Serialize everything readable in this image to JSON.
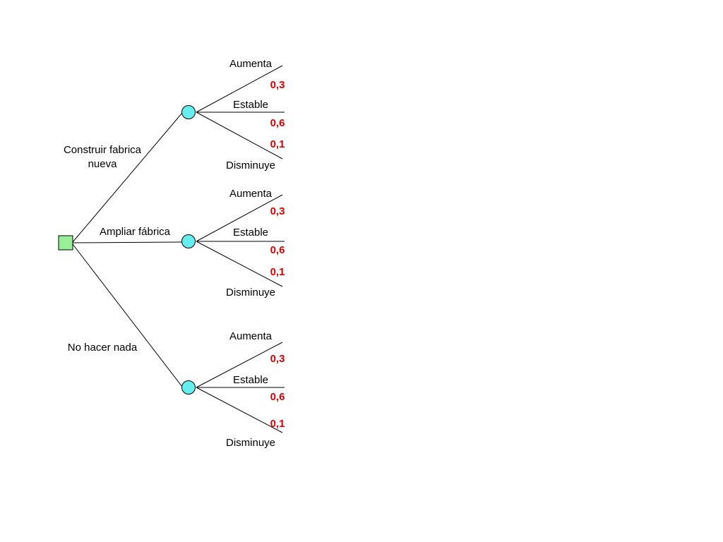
{
  "colors": {
    "decision_fill": "#99ee99",
    "chance_fill": "#66eeee",
    "probability_text": "#dd0000",
    "line": "#000000"
  },
  "decision_node": {
    "shape": "square"
  },
  "alternatives": [
    {
      "label_lines": [
        "Construir fabrica",
        "nueva"
      ],
      "outcomes": [
        {
          "label": "Aumenta",
          "probability": "0,3"
        },
        {
          "label": "Estable",
          "probability": "0,6"
        },
        {
          "label": "Disminuye",
          "probability": "0,1"
        }
      ]
    },
    {
      "label_lines": [
        "Ampliar fábrica"
      ],
      "outcomes": [
        {
          "label": "Aumenta",
          "probability": "0,3"
        },
        {
          "label": "Estable",
          "probability": "0,6"
        },
        {
          "label": "Disminuye",
          "probability": "0,1"
        }
      ]
    },
    {
      "label_lines": [
        "No hacer nada"
      ],
      "outcomes": [
        {
          "label": "Aumenta",
          "probability": "0,3"
        },
        {
          "label": "Estable",
          "probability": "0,6"
        },
        {
          "label": "Disminuye",
          "probability": "0,1"
        }
      ]
    }
  ]
}
